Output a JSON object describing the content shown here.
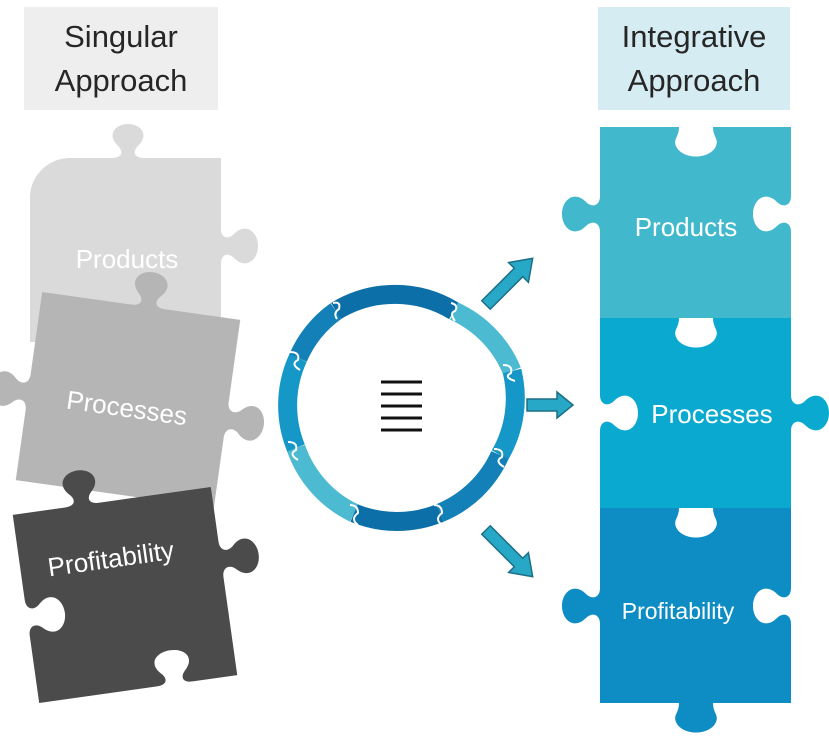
{
  "singular": {
    "title_line1": "Singular",
    "title_line2": "Approach",
    "pieces": [
      "Products",
      "Processes",
      "Profitability"
    ]
  },
  "integrative": {
    "title_line1": "Integrative",
    "title_line2": "Approach",
    "pieces": [
      "Products",
      "Processes",
      "Profitability"
    ]
  },
  "center": {
    "icon": "hamburger-lines-icon"
  },
  "colors": {
    "heading_left_bg": "#eeeeee",
    "heading_right_bg": "#d6ecf3",
    "singular_products": "#dadada",
    "singular_processes": "#b5b5b5",
    "singular_profitability": "#4b4b4b",
    "integrative_products": "#41b8cb",
    "integrative_processes": "#0aa9cf",
    "integrative_profitability": "#0e8cc4",
    "ring_dark": "#0c6fa8",
    "ring_mid": "#1597c7",
    "ring_light": "#4cbad1",
    "arrow": "#27a8c6",
    "arrow_stroke": "#1c6f86"
  }
}
